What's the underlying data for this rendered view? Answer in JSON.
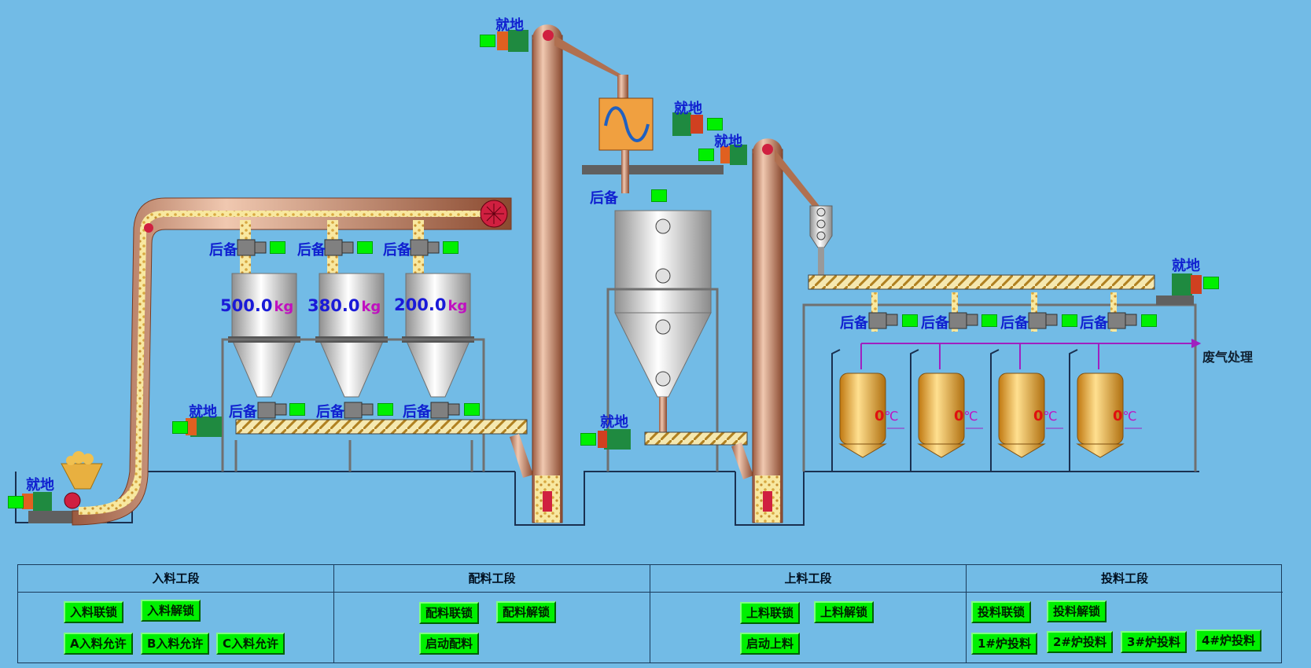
{
  "local_label": "就地",
  "backup_label": "后备",
  "exhaust_label": "废气处理",
  "weights": [
    {
      "value": "500.0",
      "unit": "kg"
    },
    {
      "value": "380.0",
      "unit": "kg"
    },
    {
      "value": "200.0",
      "unit": "kg"
    }
  ],
  "furnaces": [
    {
      "temp": "0",
      "unit": "℃"
    },
    {
      "temp": "0",
      "unit": "℃"
    },
    {
      "temp": "0",
      "unit": "℃"
    },
    {
      "temp": "0",
      "unit": "℃"
    }
  ],
  "panel": {
    "sections": [
      {
        "title": "入料工段",
        "buttons": [
          "入料联锁",
          "入料解锁",
          "A入料允许",
          "B入料允许",
          "C入料允许"
        ]
      },
      {
        "title": "配料工段",
        "buttons": [
          "配料联锁",
          "配料解锁",
          "启动配料"
        ]
      },
      {
        "title": "上料工段",
        "buttons": [
          "上料联锁",
          "上料解锁",
          "启动上料"
        ]
      },
      {
        "title": "投料工段",
        "buttons": [
          "投料联锁",
          "投料解锁",
          "1#炉投料",
          "2#炉投料",
          "3#炉投料",
          "4#炉投料"
        ]
      }
    ]
  },
  "colors": {
    "background": "#72bbe6",
    "status_green": "#00f000",
    "pipe": "#c88a6a",
    "tank_gold": "#f0b040"
  }
}
